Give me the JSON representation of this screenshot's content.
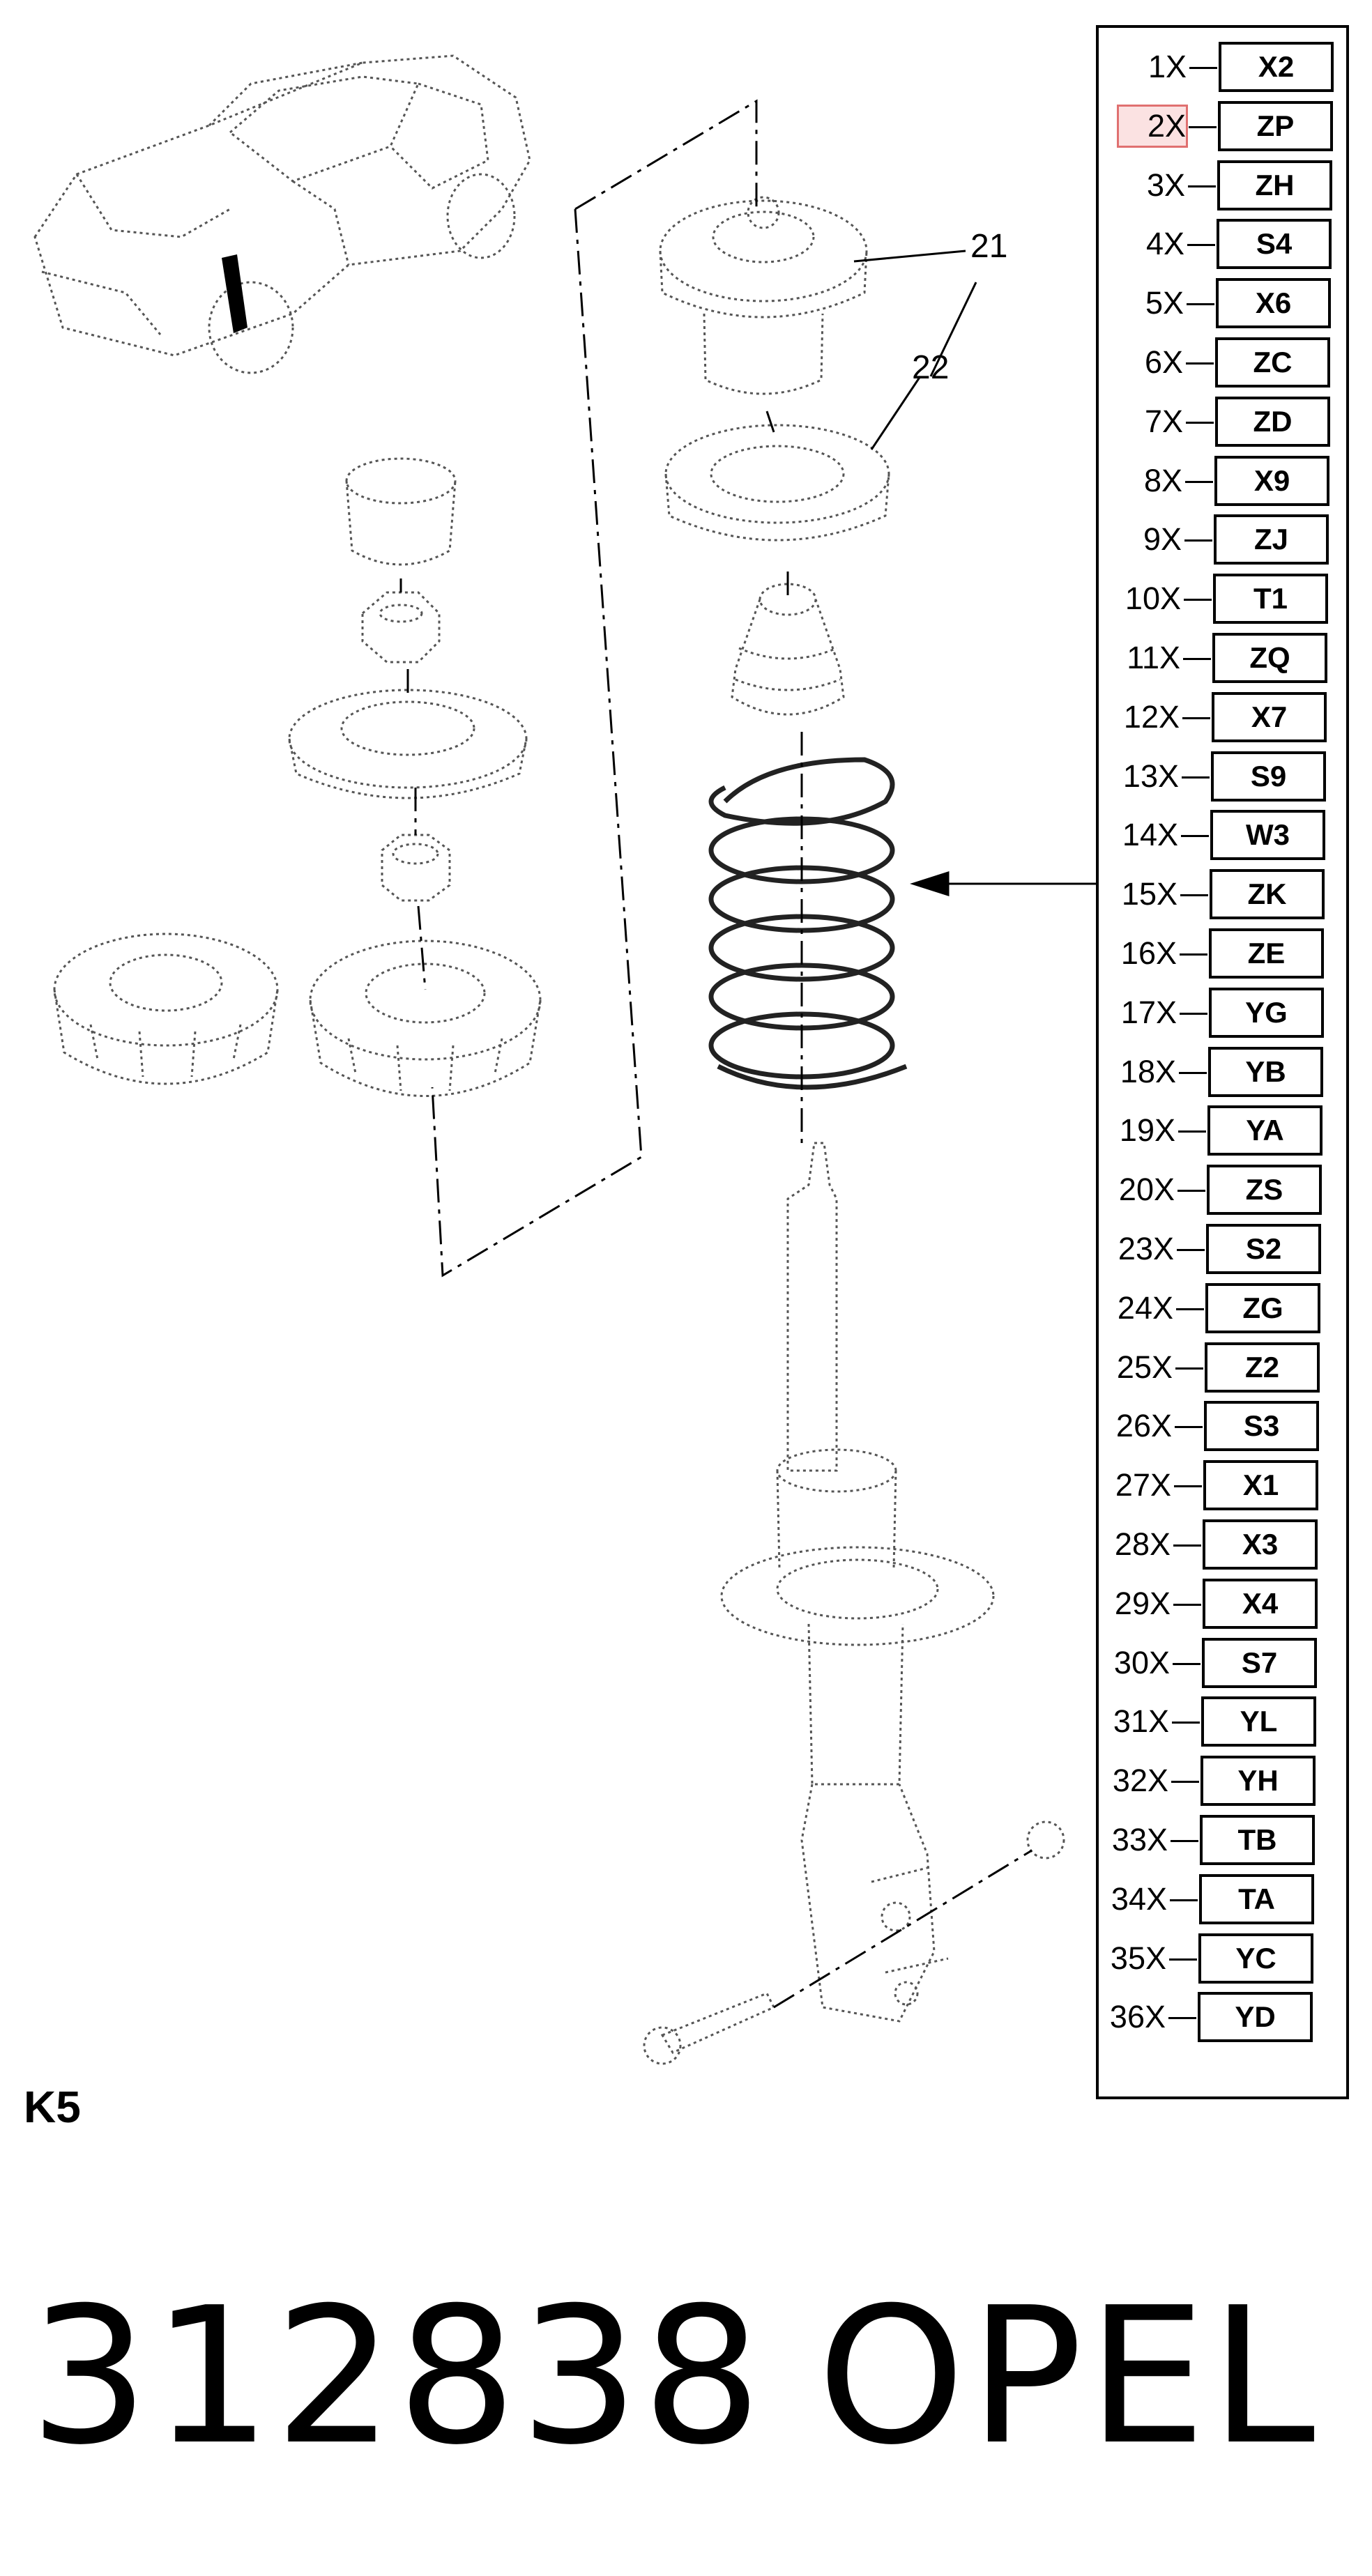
{
  "diagram": {
    "part_labels": [
      "21",
      "22"
    ],
    "section_code": "K5"
  },
  "variants": [
    {
      "qty": "1X",
      "code": "X2"
    },
    {
      "qty": "2X",
      "code": "ZP"
    },
    {
      "qty": "3X",
      "code": "ZH"
    },
    {
      "qty": "4X",
      "code": "S4"
    },
    {
      "qty": "5X",
      "code": "X6"
    },
    {
      "qty": "6X",
      "code": "ZC"
    },
    {
      "qty": "7X",
      "code": "ZD"
    },
    {
      "qty": "8X",
      "code": "X9"
    },
    {
      "qty": "9X",
      "code": "ZJ"
    },
    {
      "qty": "10X",
      "code": "T1"
    },
    {
      "qty": "11X",
      "code": "ZQ"
    },
    {
      "qty": "12X",
      "code": "X7"
    },
    {
      "qty": "13X",
      "code": "S9"
    },
    {
      "qty": "14X",
      "code": "W3"
    },
    {
      "qty": "15X",
      "code": "ZK"
    },
    {
      "qty": "16X",
      "code": "ZE"
    },
    {
      "qty": "17X",
      "code": "YG"
    },
    {
      "qty": "18X",
      "code": "YB"
    },
    {
      "qty": "19X",
      "code": "YA"
    },
    {
      "qty": "20X",
      "code": "ZS"
    },
    {
      "qty": "23X",
      "code": "S2"
    },
    {
      "qty": "24X",
      "code": "ZG"
    },
    {
      "qty": "25X",
      "code": "Z2"
    },
    {
      "qty": "26X",
      "code": "S3"
    },
    {
      "qty": "27X",
      "code": "X1"
    },
    {
      "qty": "28X",
      "code": "X3"
    },
    {
      "qty": "29X",
      "code": "X4"
    },
    {
      "qty": "30X",
      "code": "S7"
    },
    {
      "qty": "31X",
      "code": "YL"
    },
    {
      "qty": "32X",
      "code": "YH"
    },
    {
      "qty": "33X",
      "code": "TB"
    },
    {
      "qty": "34X",
      "code": "TA"
    },
    {
      "qty": "35X",
      "code": "YC"
    },
    {
      "qty": "36X",
      "code": "YD"
    }
  ],
  "highlighted_row": 1,
  "footer": {
    "part_number": "312838",
    "brand": "OPEL"
  },
  "colors": {
    "line": "#000000",
    "dotted": "#555555",
    "highlight": "#e07070"
  }
}
